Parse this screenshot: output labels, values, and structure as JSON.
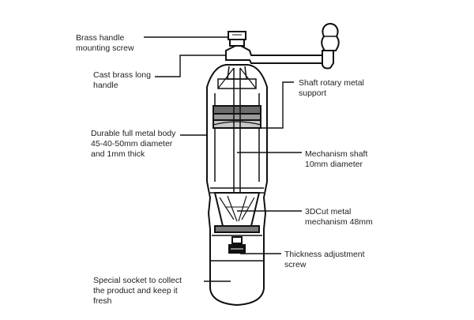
{
  "labels": {
    "handle_screw": [
      "Brass handle",
      "mounting screw"
    ],
    "long_handle": [
      "Cast brass long",
      "handle"
    ],
    "shaft_support": [
      "Shaft rotary metal",
      "support"
    ],
    "metal_body": [
      "Durable full metal body",
      "45-40-50mm diameter",
      "and 1mm thick"
    ],
    "mechanism_shaft": [
      "Mechanism shaft",
      "10mm diameter"
    ],
    "mechanism_3dcut": [
      "3DCut metal",
      "mechanism 48mm"
    ],
    "adjustment_screw": [
      "Thickness adjustment",
      "screw"
    ],
    "socket": [
      "Special socket to collect",
      "the product and keep it",
      "fresh"
    ]
  },
  "colors": {
    "outline": "#111111",
    "shade_dark": "#6b6b6b",
    "shade_mid": "#9a9a9a",
    "shade_light": "#c8c8c8"
  }
}
